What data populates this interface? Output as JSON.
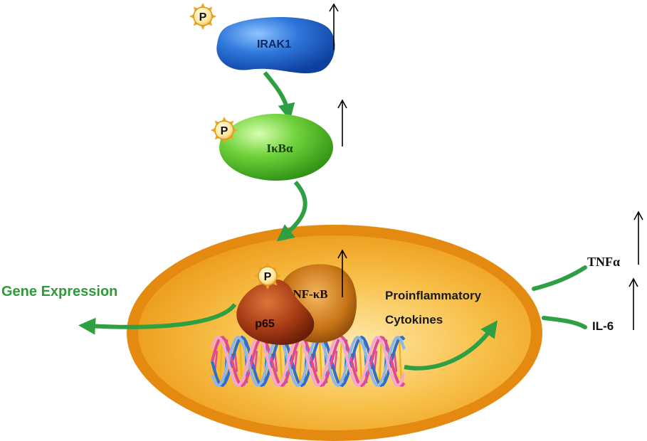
{
  "diagram": {
    "nodes": {
      "irak1": {
        "label": "IRAK1",
        "color": "#1f63c9"
      },
      "ikba": {
        "label": "IκBα",
        "color": "#5cc82d"
      },
      "p65": {
        "label": "p65",
        "color": "#8a2c10"
      },
      "nfkb": {
        "label": "NF-κB",
        "color": "#b8670f"
      }
    },
    "phospho_label": "P",
    "labels": {
      "gene_expression": "Gene Expression",
      "proinflammatory_line1": "Proinflammatory",
      "proinflammatory_line2": "Cytokines",
      "tnfa": "TNFα",
      "il6": "IL-6"
    },
    "colors": {
      "arrow_green": "#2ea043",
      "nucleus_fill": "#f1a21e",
      "nucleus_rim": "#e58a10",
      "gene_expression_text": "#2e9a3a",
      "up_arrow": "#000000"
    },
    "upregulated": [
      "IRAK1",
      "IκBα",
      "NF-κB",
      "TNFα",
      "IL-6"
    ]
  }
}
